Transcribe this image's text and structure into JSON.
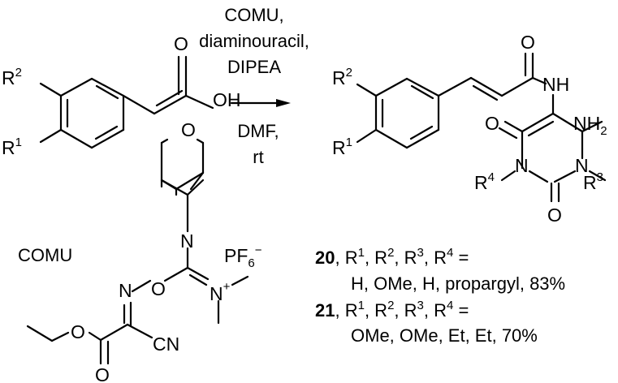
{
  "reaction": {
    "conditions_above": [
      "COMU,",
      "diaminouracil,",
      "DIPEA"
    ],
    "conditions_below": [
      "DMF,",
      "rt"
    ]
  },
  "labels": {
    "O": "O",
    "OH": "OH",
    "NH": "NH",
    "NH2_main": "NH",
    "NH2_sub": "2",
    "N": "N",
    "R": "R",
    "sup1": "1",
    "sup2": "2",
    "sup3": "3",
    "sup4": "4",
    "comu_label": "COMU",
    "PF": "PF",
    "PF_sub": "6",
    "minus": "−",
    "plus": "+",
    "CN": "CN"
  },
  "results": [
    {
      "compound": "20",
      "r_line": ", R1, R2, R3, R4 =",
      "values": "H, OMe, H, propargyl, 83%"
    },
    {
      "compound": "21",
      "r_line": ", R1, R2, R3, R4 =",
      "values": "OMe, OMe, Et, Et, 70%"
    }
  ]
}
